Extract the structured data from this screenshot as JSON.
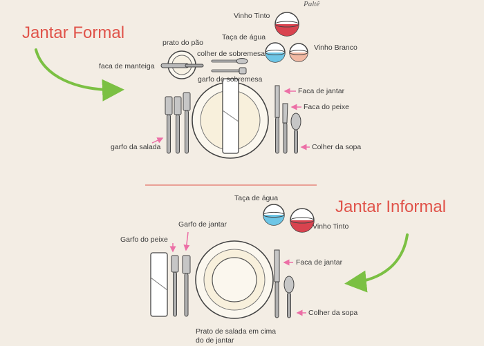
{
  "logo_text": "Paltê",
  "colors": {
    "title": "#e0534a",
    "arrow_green": "#7bc043",
    "pointer_pink": "#ec6fa6",
    "red_wine": "#d9434f",
    "water": "#6ec6e6",
    "white_wine": "#f2b9a3",
    "divider": "#e0534a"
  },
  "formal": {
    "title": "Jantar Formal",
    "labels": {
      "red_wine": "Vinho Tinto",
      "water_glass": "Taça de água",
      "white_wine": "Vinho Branco",
      "bread_plate": "prato do pão",
      "dessert_spoon": "colher de sobremesa",
      "butter_knife": "faca de manteiga",
      "dessert_fork": "garfo de sobremesa",
      "dinner_knife": "Faca de jantar",
      "fish_knife": "Faca do peixe",
      "soup_spoon": "Colher da sopa",
      "salad_fork": "garfo da salada"
    }
  },
  "informal": {
    "title": "Jantar Informal",
    "labels": {
      "water_glass": "Taça de água",
      "red_wine": "Vinho Tinto",
      "dinner_fork": "Garfo de jantar",
      "fish_fork": "Garfo do peixe",
      "dinner_knife": "Faca de jantar",
      "soup_spoon": "Colher da sopa",
      "salad_plate": "Prato de salada em cima do de jantar"
    }
  }
}
